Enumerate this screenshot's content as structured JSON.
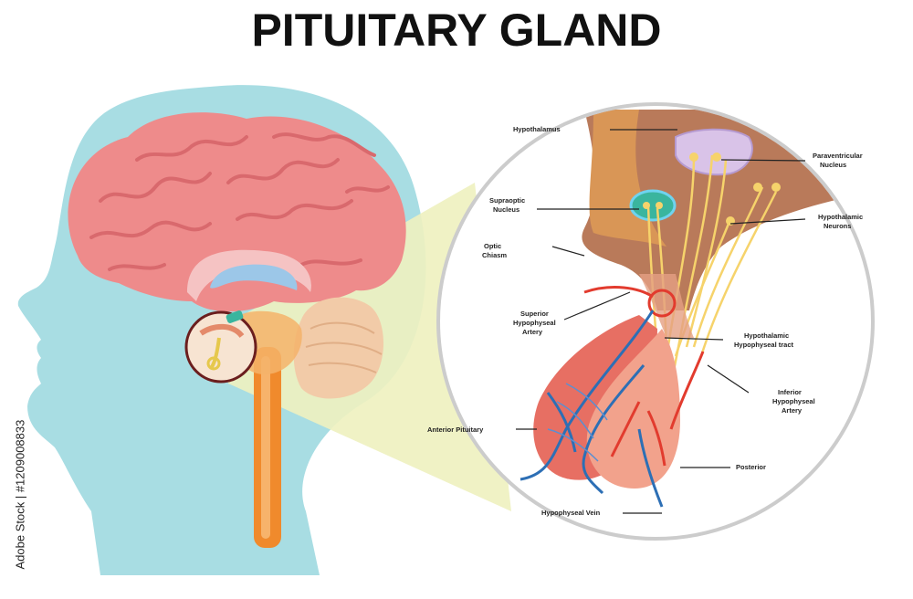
{
  "title": "PITUITARY GLAND",
  "stock_id": "Adobe Stock | #1209008833",
  "labels": {
    "hypothalamus": "Hypothalamus",
    "paraventricular_1": "Paraventricular",
    "paraventricular_2": "Nucleus",
    "supraoptic_1": "Supraoptic",
    "supraoptic_2": "Nucleus",
    "hypothalamic_neurons_1": "Hypothalamic",
    "hypothalamic_neurons_2": "Neurons",
    "optic_chiasm_1": "Optic",
    "optic_chiasm_2": "Chiasm",
    "superior_artery_1": "Superior",
    "superior_artery_2": "Hypophyseal",
    "superior_artery_3": "Artery",
    "tract_1": "Hypothalamic",
    "tract_2": "Hypophyseal tract",
    "inferior_artery_1": "Inferior",
    "inferior_artery_2": "Hypophyseal",
    "inferior_artery_3": "Artery",
    "anterior_pituitary": "Anterior Pituitary",
    "posterior": "Posterior",
    "hypophyseal_vein": "Hypophyseal Vein"
  },
  "colors": {
    "head": "#a8dde3",
    "brain": "#ee8b8b",
    "brain_dark": "#d9696d",
    "cerebellum": "#f2cba8",
    "hypothalamus": "#b97a5a",
    "hypothalamus_light": "#e8a85e",
    "artery": "#e23b2e",
    "vein": "#2d6fb5",
    "nerve": "#f6d36b",
    "lobe_anterior": "#e76f63",
    "lobe_posterior": "#f2a28c",
    "zoom_fill": "#f0f2c4",
    "brainstem": "#f08a2c"
  }
}
